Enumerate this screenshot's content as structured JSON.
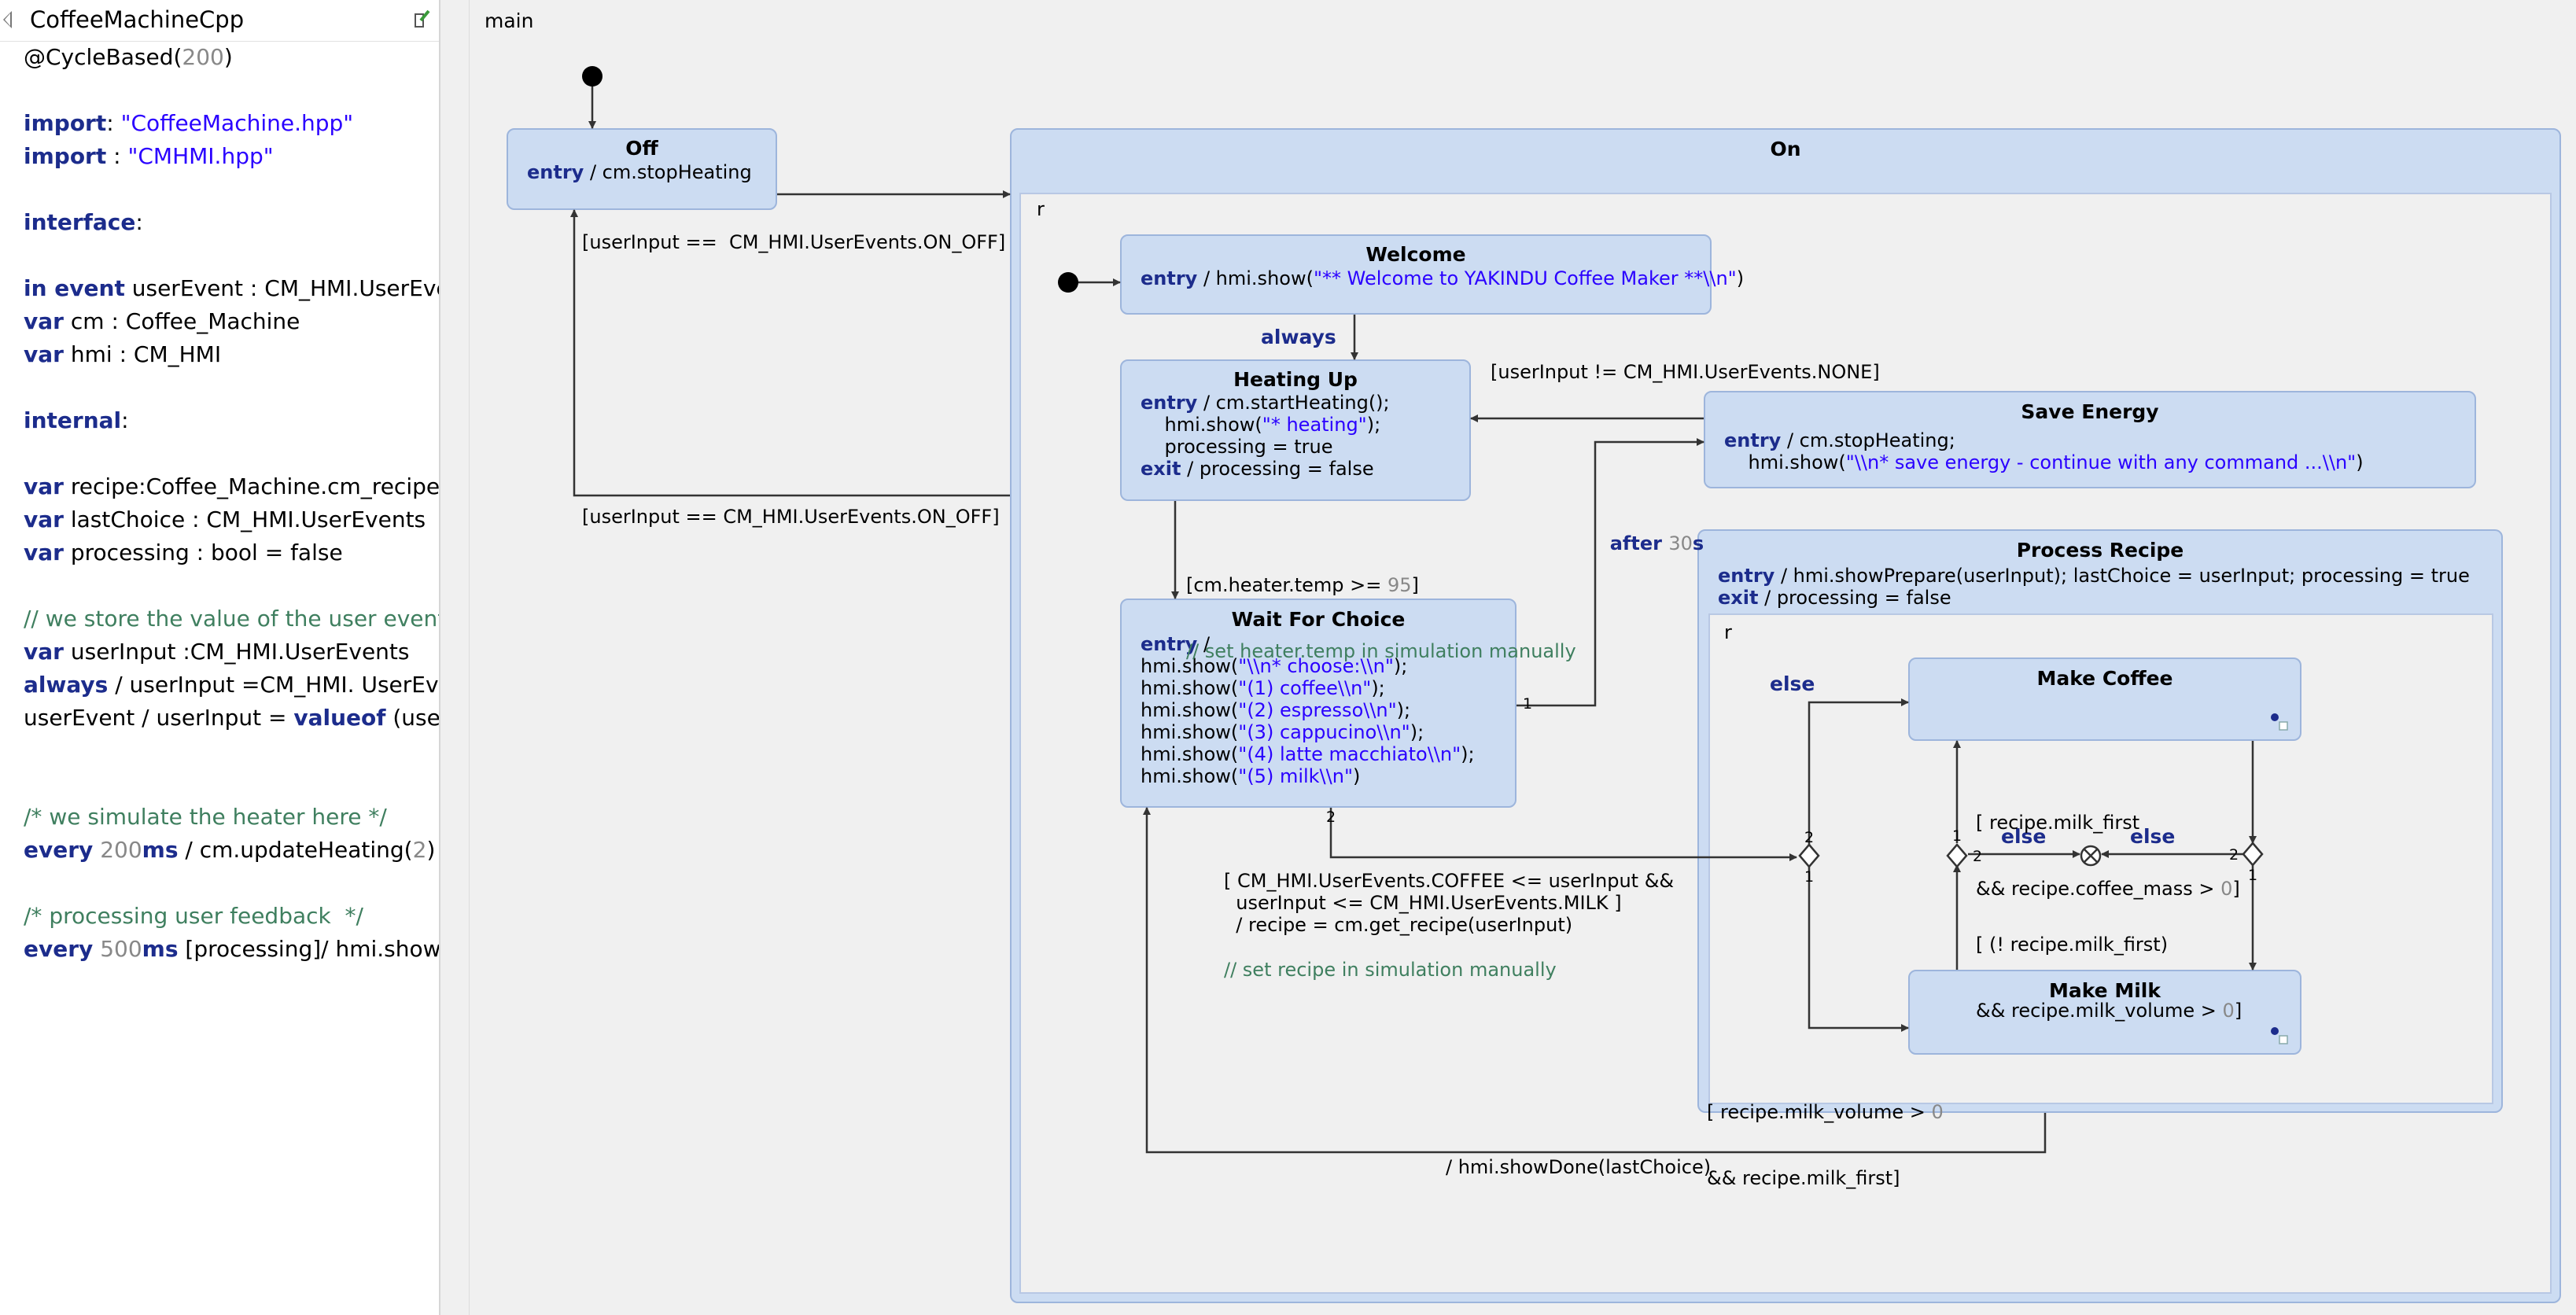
{
  "definition_panel": {
    "title": "CoffeeMachineCpp",
    "lines": [
      [
        {
          "t": "@CycleBased(",
          "c": ""
        },
        {
          "t": "200",
          "c": "num"
        },
        {
          "t": ")",
          "c": ""
        }
      ],
      [],
      [
        {
          "t": "import",
          "c": "kw"
        },
        {
          "t": ": ",
          "c": ""
        },
        {
          "t": "\"CoffeeMachine.hpp\"",
          "c": "str"
        }
      ],
      [
        {
          "t": "import",
          "c": "kw"
        },
        {
          "t": " : ",
          "c": ""
        },
        {
          "t": "\"CMHMI.hpp\"",
          "c": "str"
        }
      ],
      [],
      [
        {
          "t": "interface",
          "c": "kw"
        },
        {
          "t": ":",
          "c": ""
        }
      ],
      [],
      [
        {
          "t": "in event",
          "c": "kw"
        },
        {
          "t": " userEvent : CM_HMI.UserEvents",
          "c": ""
        }
      ],
      [
        {
          "t": "var",
          "c": "kw"
        },
        {
          "t": " cm : Coffee_Machine",
          "c": ""
        }
      ],
      [
        {
          "t": "var",
          "c": "kw"
        },
        {
          "t": " hmi : CM_HMI",
          "c": ""
        }
      ],
      [],
      [
        {
          "t": "internal",
          "c": "kw"
        },
        {
          "t": ":",
          "c": ""
        }
      ],
      [],
      [
        {
          "t": "var",
          "c": "kw"
        },
        {
          "t": " recipe:Coffee_Machine.cm_recipe_t",
          "c": ""
        }
      ],
      [
        {
          "t": "var",
          "c": "kw"
        },
        {
          "t": " lastChoice : CM_HMI.UserEvents",
          "c": ""
        }
      ],
      [
        {
          "t": "var",
          "c": "kw"
        },
        {
          "t": " processing : bool = false",
          "c": ""
        }
      ],
      [],
      [
        {
          "t": "// we store the value of the user event",
          "c": "cmt"
        }
      ],
      [
        {
          "t": "var",
          "c": "kw"
        },
        {
          "t": " userInput :CM_HMI.UserEvents",
          "c": ""
        }
      ],
      [
        {
          "t": "always",
          "c": "kw"
        },
        {
          "t": " / userInput =CM_HMI. UserEvents.NONE",
          "c": ""
        }
      ],
      [
        {
          "t": "userEvent / userInput = ",
          "c": ""
        },
        {
          "t": "valueof",
          "c": "kw"
        },
        {
          "t": " (userEvent)",
          "c": ""
        }
      ],
      [],
      [],
      [
        {
          "t": "/* we simulate the heater here */",
          "c": "cmt"
        }
      ],
      [
        {
          "t": "every",
          "c": "kw"
        },
        {
          "t": " ",
          "c": ""
        },
        {
          "t": "200",
          "c": "num"
        },
        {
          "t": "ms",
          "c": "kw"
        },
        {
          "t": " / cm.updateHeating(",
          "c": ""
        },
        {
          "t": "2",
          "c": "num"
        },
        {
          "t": ")",
          "c": ""
        }
      ],
      [],
      [
        {
          "t": "/* processing user feedback  */",
          "c": "cmt"
        }
      ],
      [
        {
          "t": "every",
          "c": "kw"
        },
        {
          "t": " ",
          "c": ""
        },
        {
          "t": "500",
          "c": "num"
        },
        {
          "t": "ms",
          "c": "kw"
        },
        {
          "t": " [processing]/ hmi.show(",
          "c": ""
        },
        {
          "t": "\".\"",
          "c": "str"
        },
        {
          "t": ")",
          "c": ""
        }
      ]
    ]
  },
  "diagram": {
    "main_label": "main",
    "states": {
      "off": {
        "name": "Off",
        "lines": [
          [
            {
              "t": "entry",
              "c": "kw"
            },
            {
              "t": " / cm.stopHeating",
              "c": ""
            }
          ]
        ]
      },
      "on": {
        "name": "On",
        "region": "r"
      },
      "welcome": {
        "name": "Welcome",
        "lines": [
          [
            {
              "t": "entry",
              "c": "kw"
            },
            {
              "t": " / hmi.show(",
              "c": ""
            },
            {
              "t": "\"** Welcome to YAKINDU Coffee Maker **\\\\n\"",
              "c": "str"
            },
            {
              "t": ")",
              "c": ""
            }
          ]
        ]
      },
      "heating_up": {
        "name": "Heating Up",
        "lines": [
          [
            {
              "t": "entry",
              "c": "kw"
            },
            {
              "t": " / cm.startHeating();",
              "c": ""
            }
          ],
          [
            {
              "t": "    hmi.show(",
              "c": ""
            },
            {
              "t": "\"* heating\"",
              "c": "str"
            },
            {
              "t": ");",
              "c": ""
            }
          ],
          [
            {
              "t": "    processing = true",
              "c": ""
            }
          ],
          [
            {
              "t": "exit",
              "c": "kw"
            },
            {
              "t": " / processing = false",
              "c": ""
            }
          ]
        ]
      },
      "save_energy": {
        "name": "Save Energy",
        "lines": [
          [
            {
              "t": "entry",
              "c": "kw"
            },
            {
              "t": " / cm.stopHeating;",
              "c": ""
            }
          ],
          [
            {
              "t": "    hmi.show(",
              "c": ""
            },
            {
              "t": "\"\\\\n* save energy - continue with any command ...\\\\n\"",
              "c": "str"
            },
            {
              "t": ")",
              "c": ""
            }
          ]
        ]
      },
      "wait_for_choice": {
        "name": "Wait For Choice",
        "lines": [
          [
            {
              "t": "entry",
              "c": "kw"
            },
            {
              "t": " /",
              "c": ""
            }
          ],
          [
            {
              "t": "hmi.show(",
              "c": ""
            },
            {
              "t": "\"\\\\n* choose:\\\\n\"",
              "c": "str"
            },
            {
              "t": ");",
              "c": ""
            }
          ],
          [
            {
              "t": "hmi.show(",
              "c": ""
            },
            {
              "t": "\"(1) coffee\\\\n\"",
              "c": "str"
            },
            {
              "t": ");",
              "c": ""
            }
          ],
          [
            {
              "t": "hmi.show(",
              "c": ""
            },
            {
              "t": "\"(2) espresso\\\\n\"",
              "c": "str"
            },
            {
              "t": ");",
              "c": ""
            }
          ],
          [
            {
              "t": "hmi.show(",
              "c": ""
            },
            {
              "t": "\"(3) cappucino\\\\n\"",
              "c": "str"
            },
            {
              "t": ");",
              "c": ""
            }
          ],
          [
            {
              "t": "hmi.show(",
              "c": ""
            },
            {
              "t": "\"(4) latte macchiato\\\\n\"",
              "c": "str"
            },
            {
              "t": ");",
              "c": ""
            }
          ],
          [
            {
              "t": "hmi.show(",
              "c": ""
            },
            {
              "t": "\"(5) milk\\\\n\"",
              "c": "str"
            },
            {
              "t": ")",
              "c": ""
            }
          ]
        ]
      },
      "process_recipe": {
        "name": "Process Recipe",
        "region": "r",
        "lines": [
          [
            {
              "t": "entry",
              "c": "kw"
            },
            {
              "t": " / hmi.showPrepare(userInput); lastChoice = userInput; processing = true",
              "c": ""
            }
          ],
          [
            {
              "t": "exit",
              "c": "kw"
            },
            {
              "t": " / processing = false",
              "c": ""
            }
          ]
        ]
      },
      "make_coffee": {
        "name": "Make Coffee"
      },
      "make_milk": {
        "name": "Make Milk"
      }
    },
    "transitions": {
      "on_off_1": "[userInput ==  CM_HMI.UserEvents.ON_OFF]",
      "on_off_2": "[userInput == CM_HMI.UserEvents.ON_OFF]",
      "always": "always",
      "not_none": "[userInput != CM_HMI.UserEvents.NONE]",
      "after_kw": "after",
      "after_num": "30",
      "after_unit": "s",
      "heater_1": "[cm.heater.temp >= ",
      "heater_num": "95",
      "heater_2": "]",
      "heater_comment": "// set heater.temp in simulation manually",
      "choice_guard": "[ CM_HMI.UserEvents.COFFEE <= userInput &&\n  userInput <= CM_HMI.UserEvents.MILK ]\n  / recipe = cm.get_recipe(userInput)",
      "choice_comment": "// set recipe in simulation manually",
      "else_1": "else",
      "else_2": "else",
      "else_3": "else",
      "milk_first_1": "[ recipe.milk_first",
      "milk_first_2": "&& recipe.coffee_mass > ",
      "milk_first_num": "0",
      "milk_first_3": "]",
      "not_milk_1": "[ (! recipe.milk_first)",
      "not_milk_2": "&& recipe.milk_volume > ",
      "not_milk_num": "0",
      "not_milk_3": "]",
      "milk_vol_1": "[ recipe.milk_volume > ",
      "milk_vol_num": "0",
      "milk_vol_2": "&& recipe.milk_first]",
      "done": "/ hmi.showDone(lastChoice)",
      "prio": {
        "wait_1": "1",
        "wait_2": "2",
        "c1_top": "2",
        "c1_bot": "1",
        "c2_top": "1",
        "c2_left": "2",
        "c3_left": "2",
        "c3_bot": "1"
      }
    }
  }
}
